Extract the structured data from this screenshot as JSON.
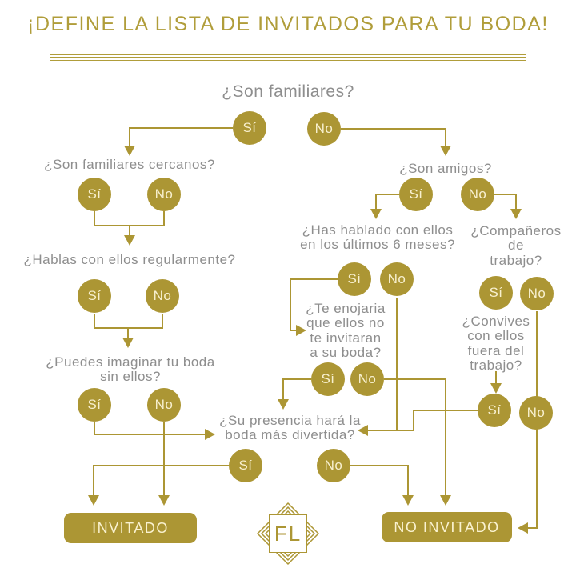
{
  "title": "¡DEFINE LA LISTA DE INVITADOS PARA TU BODA!",
  "colors": {
    "gold": "#ac9634",
    "question_gray": "#8e8e8e",
    "circle_text_cream": "#f8f0cf",
    "background": "#ffffff"
  },
  "answers": {
    "yes": "Sí",
    "no": "No"
  },
  "questions": {
    "son_familiares": "¿Son familiares?",
    "familiares_cercanos": "¿Son familiares cercanos?",
    "son_amigos": "¿Son amigos?",
    "hablas_regularmente": "¿Hablas con ellos regularmente?",
    "hablado_6_meses": "¿Has hablado con ellos\nen los últimos 6 meses?",
    "companeros_trabajo": "¿Compañeros\nde\ntrabajo?",
    "te_enojaria": "¿Te enojaria\nque ellos no\nte invitaran\na su boda?",
    "convives_fuera": "¿Convives\ncon ellos\nfuera del\ntrabajo?",
    "imaginar_boda": "¿Puedes imaginar tu boda\nsin ellos?",
    "presencia_divertida": "¿Su presencia hará la\nboda más divertida?"
  },
  "results": {
    "invited": "INVITADO",
    "not_invited": "NO INVITADO"
  },
  "logo": {
    "monogram": "FL"
  }
}
